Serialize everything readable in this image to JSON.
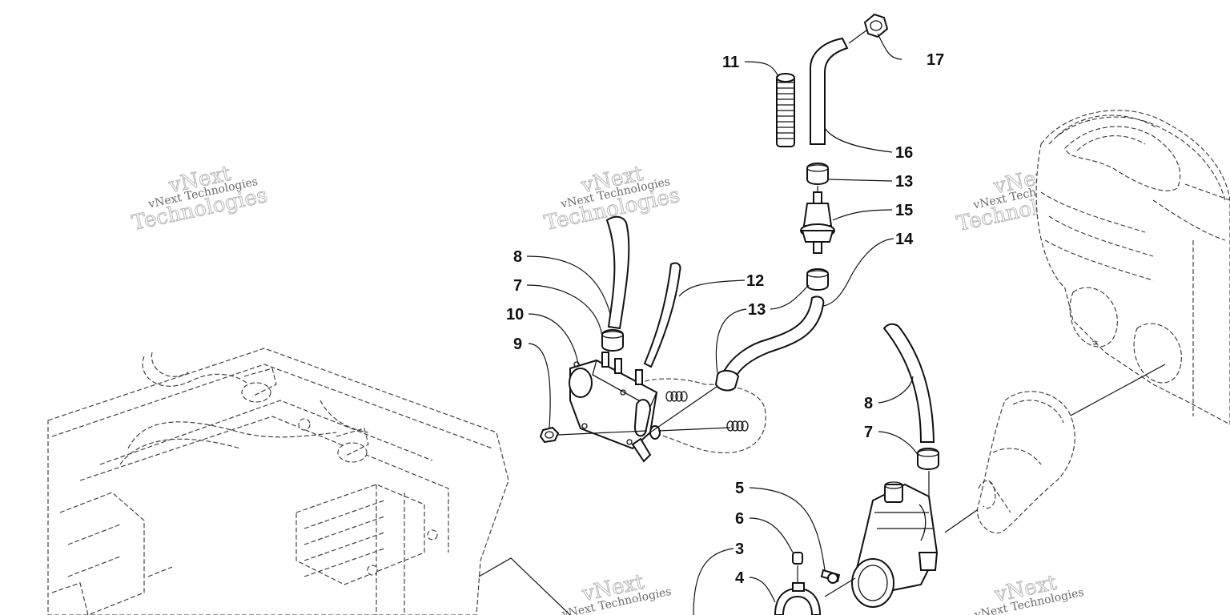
{
  "watermark": {
    "line1": "vNext",
    "line2": "vNext Technologies",
    "line3": "Technologies"
  },
  "callouts": {
    "c3": "3",
    "c4": "4",
    "c5": "5",
    "c6": "6",
    "c7a": "7",
    "c7b": "7",
    "c8a": "8",
    "c8b": "8",
    "c9": "9",
    "c10": "10",
    "c11": "11",
    "c12": "12",
    "c13a": "13",
    "c13b": "13",
    "c14": "14",
    "c15": "15",
    "c16": "16",
    "c17": "17"
  }
}
